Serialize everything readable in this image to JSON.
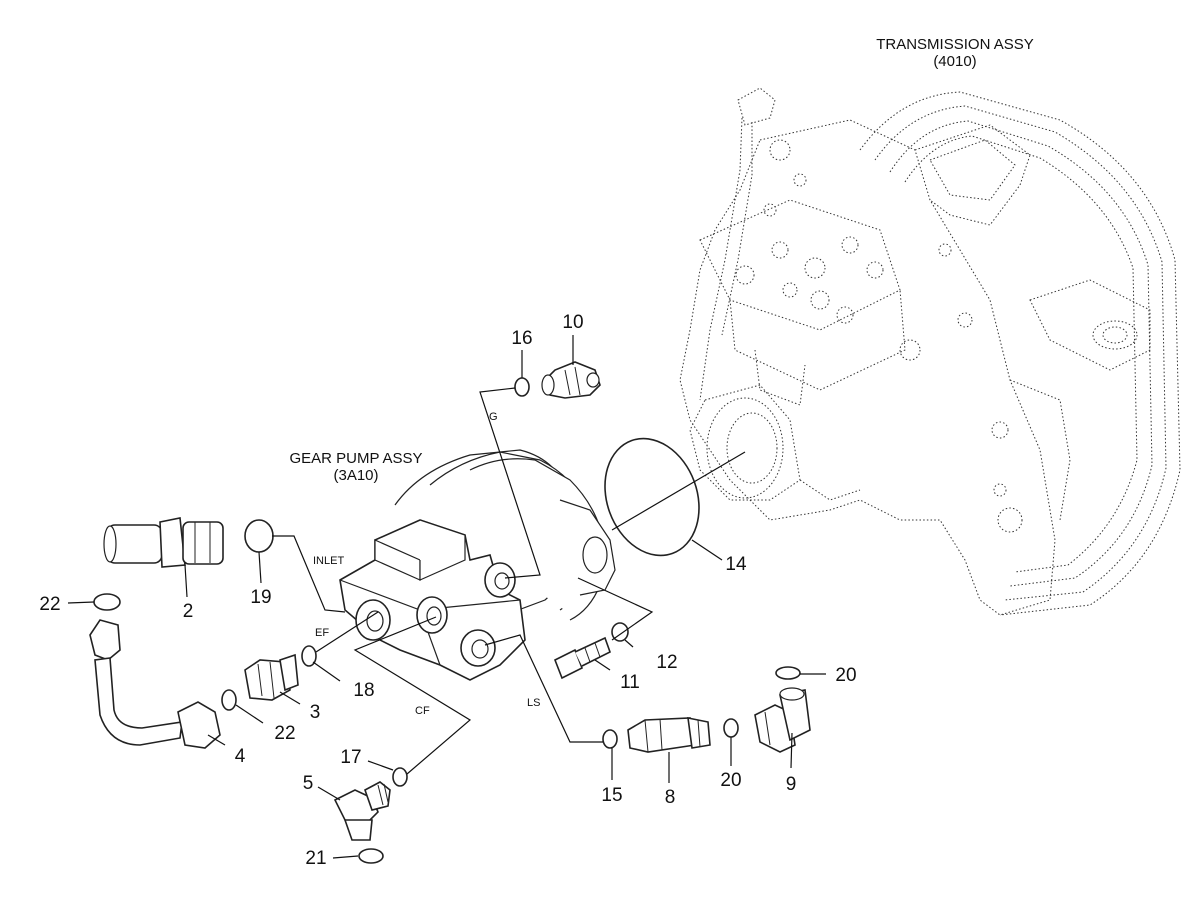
{
  "assemblies": {
    "transmission": {
      "name": "TRANSMISSION ASSY",
      "code": "(4010)"
    },
    "gear_pump": {
      "name": "GEAR PUMP ASSY",
      "code": "(3A10)"
    }
  },
  "port_labels": {
    "inlet": "INLET",
    "ef": "EF",
    "cf": "CF",
    "ls": "LS",
    "g": "G"
  },
  "callouts": [
    "16",
    "10",
    "14",
    "2",
    "19",
    "22",
    "12",
    "11",
    "18",
    "3",
    "22",
    "4",
    "17",
    "5",
    "21",
    "15",
    "8",
    "20",
    "20",
    "9"
  ]
}
